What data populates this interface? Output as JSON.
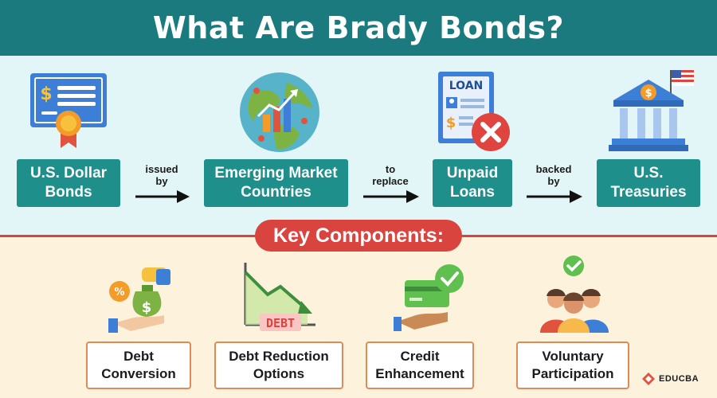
{
  "title": "What Are Brady Bonds?",
  "flow": {
    "boxes": [
      "U.S. Dollar Bonds",
      "Emerging Market Countries",
      "Unpaid Loans",
      "U.S. Treasuries"
    ],
    "connectors": [
      {
        "line1": "issued",
        "line2": "by"
      },
      {
        "line1": "to",
        "line2": "replace"
      },
      {
        "line1": "backed",
        "line2": "by"
      }
    ],
    "loan_icon_text": "LOAN"
  },
  "key_components": {
    "heading": "Key Components:",
    "items": [
      "Debt Conversion",
      "Debt Reduction Options",
      "Credit Enhancement",
      "Voluntary Participation"
    ],
    "debt_icon_text": "DEBT"
  },
  "brand": "EDUCBA",
  "colors": {
    "header": "#1a7a7d",
    "flow_box": "#1e8f8b",
    "accent_red": "#d9443f",
    "top_bg": "#e3f6f7",
    "bottom_bg": "#fdf2dc",
    "component_border": "#e08a57"
  }
}
